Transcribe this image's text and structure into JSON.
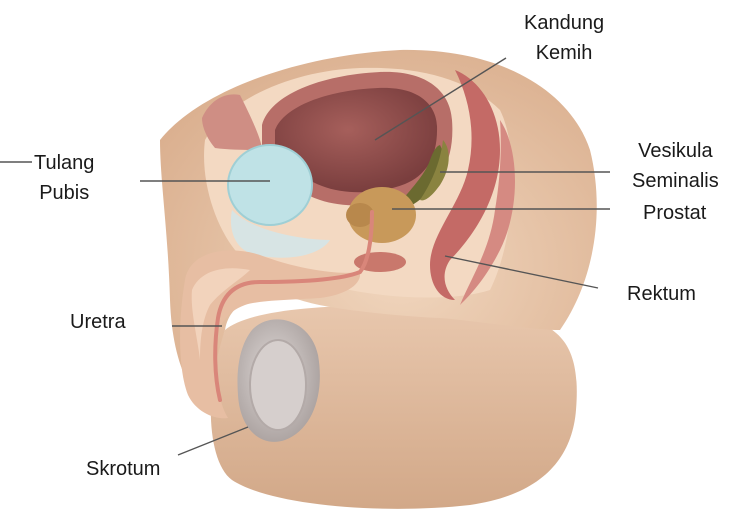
{
  "labels": {
    "bladder": {
      "line1": "Kandung",
      "line2": "Kemih"
    },
    "pubic_bone": {
      "line1": "Tulang",
      "line2": "Pubis"
    },
    "seminal_vesicle": {
      "line1": "Vesikula",
      "line2": "Seminalis"
    },
    "prostate": "Prostat",
    "rectum": "Rektum",
    "urethra": "Uretra",
    "scrotum": "Skrotum"
  },
  "colors": {
    "skin": "#e6c2a4",
    "skin_light": "#f0d6bd",
    "tissue": "#f2cfae",
    "bladder_wall": "#b9706a",
    "bladder_inner": "#8c4a48",
    "pubic_bone": "#bfe2e6",
    "prostate": "#c8995a",
    "seminal_vesicle": "#5b5a2a",
    "rectum": "#c46a66",
    "urethra": "#e8a08f",
    "scrotum": "#c9c2c0",
    "leader_line": "#555555"
  }
}
